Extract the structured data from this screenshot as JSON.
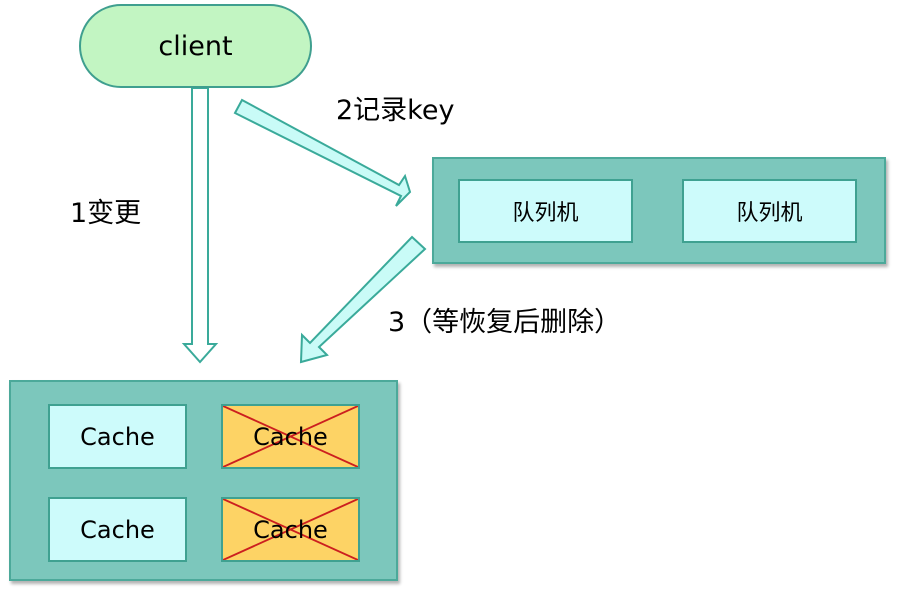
{
  "client": {
    "label": "client"
  },
  "edges": {
    "change_label": "1变更",
    "record_label": "2记录key",
    "delete_label": "3（等恢复后删除）"
  },
  "queue": {
    "machines": [
      {
        "label": "队列机"
      },
      {
        "label": "队列机"
      }
    ]
  },
  "cache_cluster": {
    "nodes": [
      {
        "label": "Cache",
        "state": "available"
      },
      {
        "label": "Cache",
        "state": "deleted"
      },
      {
        "label": "Cache",
        "state": "available"
      },
      {
        "label": "Cache",
        "state": "deleted"
      }
    ]
  },
  "colors": {
    "client_fill": "#c2f5c2",
    "panel_fill": "#7cc7bc",
    "node_fill": "#cdfbfb",
    "deleted_fill": "#fdd365",
    "cross": "#cc1f1f",
    "arrow_fill": "#c9fbf7",
    "arrow_stroke": "#3aaa9a"
  }
}
